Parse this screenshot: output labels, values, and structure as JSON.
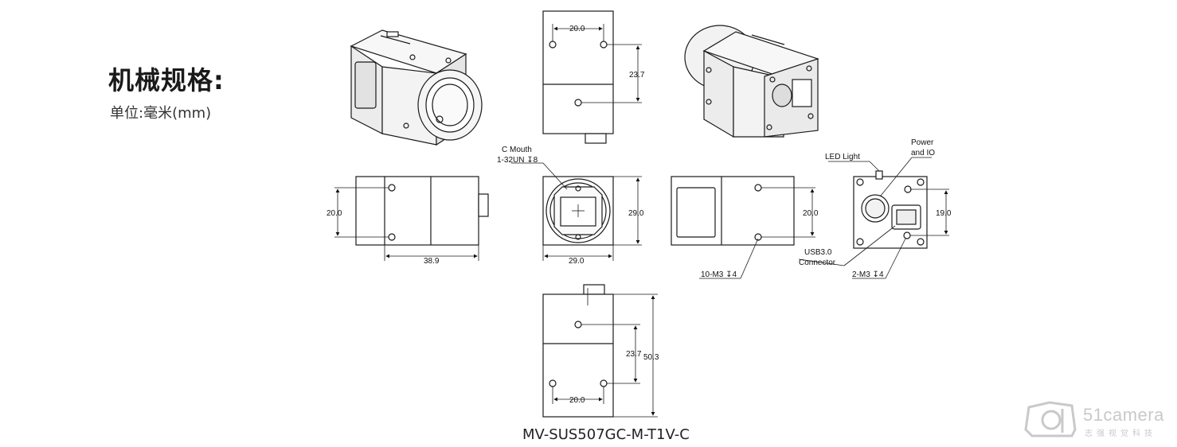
{
  "header": {
    "title": "机械规格:",
    "unit": "单位:毫米(mm)"
  },
  "model_label": "MV-SUS507GC-M-T1V-C",
  "watermark": {
    "brand": "51camera",
    "subtitle": "志强视觉科技"
  },
  "dimensions": {
    "top_width": "20.0",
    "top_height": "23.7",
    "side_left_height": "20.0",
    "side_left_length": "38.9",
    "front_width": "29.0",
    "front_height": "29.0",
    "side_right_height": "20.0",
    "rear_height": "19.0",
    "bottom_height_inner": "23.7",
    "bottom_height_total": "50.3",
    "bottom_width": "20.0"
  },
  "callouts": {
    "c_mouth_line1": "C Mouth",
    "c_mouth_line2": "1-32UN ↧8",
    "side_screw": "10-M3 ↧4",
    "led_light": "LED Light",
    "power_io_line1": "Power",
    "power_io_line2": "and IO",
    "usb_line1": "USB3.0",
    "usb_line2": "Connector",
    "rear_screw": "2-M3 ↧4"
  },
  "colors": {
    "line": "#1a1a1a",
    "watermark": "#c9c9c9"
  }
}
